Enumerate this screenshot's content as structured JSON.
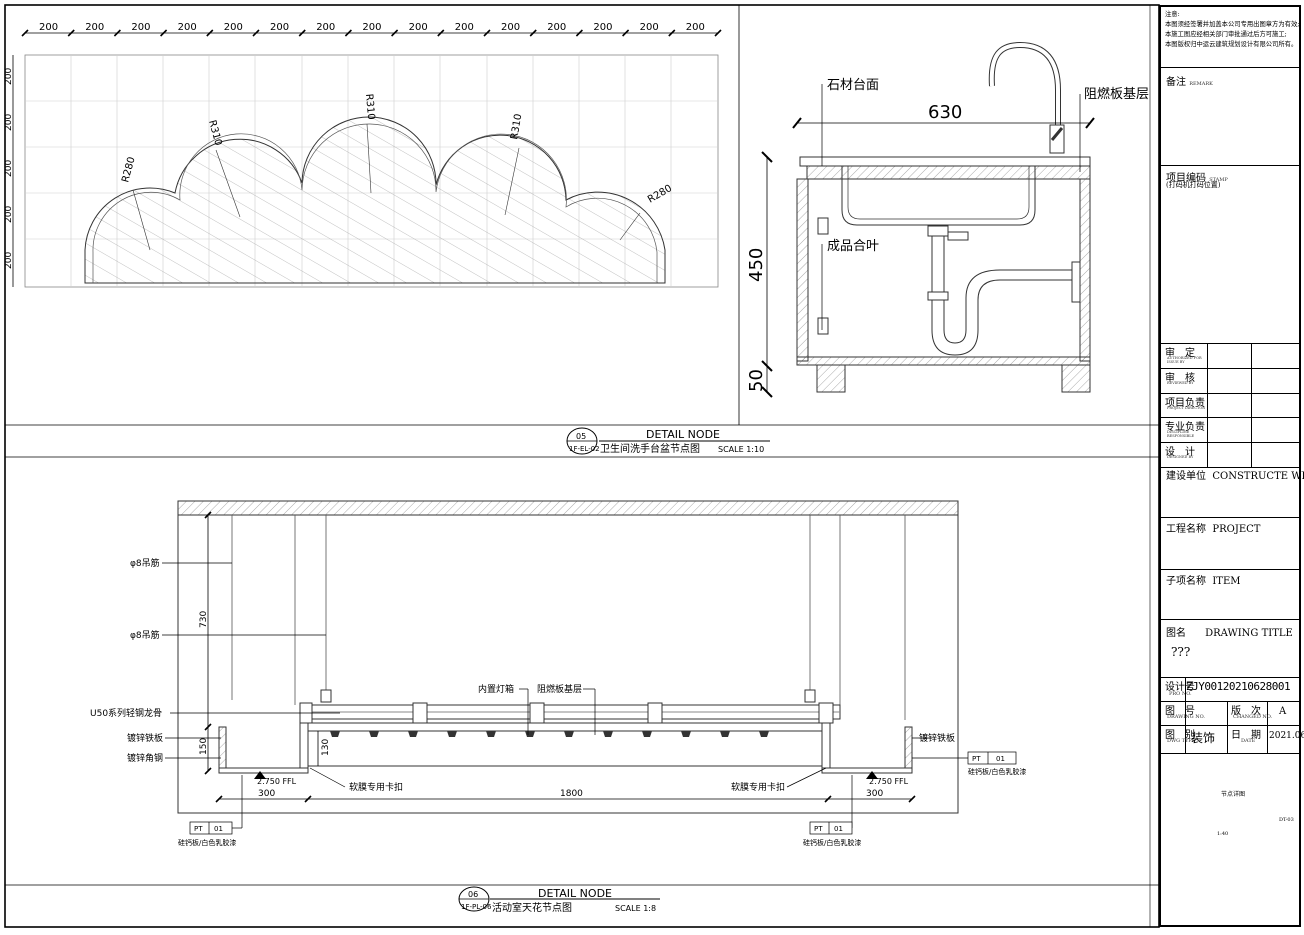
{
  "top_drawing": {
    "plan": {
      "dimension_labels": [
        "200",
        "200",
        "200",
        "200",
        "200",
        "200",
        "200",
        "200",
        "200",
        "200",
        "200",
        "200",
        "200",
        "200",
        "200"
      ],
      "side_dimension_labels": [
        "200",
        "200",
        "200",
        "200",
        "200"
      ],
      "radius_labels": [
        "R280",
        "R310",
        "R310",
        "R310",
        "R280"
      ]
    },
    "section": {
      "label_stone_top": "石材台面",
      "label_fire_board": "阻燃板基层",
      "label_hinge": "成品合叶",
      "dim_width": "630",
      "dim_height": "450",
      "dim_base": "50"
    },
    "caption": {
      "number": "05",
      "sheet": "1F-EL-02",
      "heading": "DETAIL NODE",
      "title": "卫生间洗手台盆节点图",
      "scale": "SCALE 1:10"
    }
  },
  "bottom_drawing": {
    "labels": {
      "rod1": "φ8吊筋",
      "rod2": "φ8吊筋",
      "keel": "U50系列轻钢龙骨",
      "galv_sheet_left": "镀锌铁板",
      "galv_angle": "镀锌角钢",
      "light_box": "内置灯箱",
      "fire_board": "阻燃板基层",
      "film_clip_left": "软膜专用卡扣",
      "film_clip_right": "软膜专用卡扣",
      "galv_sheet_right": "镀锌铁板",
      "pt_left_code": "PT",
      "pt_left_num": "01",
      "pt_left_desc": "硅钙板/白色乳胶漆",
      "pt_mid_code": "PT",
      "pt_mid_num": "01",
      "pt_mid_desc": "硅钙板/白色乳胶漆",
      "pt_right_code": "PT",
      "pt_right_num": "01",
      "pt_right_desc": "硅钙板/白色乳胶漆",
      "ffl_left": "2.750 FFL",
      "ffl_right": "2.750 FFL"
    },
    "dims": {
      "d730": "730",
      "d150": "150",
      "d130": "130",
      "d300_left": "300",
      "d1800": "1800",
      "d300_right": "300"
    },
    "caption": {
      "number": "06",
      "sheet": "1F-PL-06",
      "heading": "DETAIL NODE",
      "title": "活动室天花节点图",
      "scale": "SCALE 1:8"
    }
  },
  "title_block": {
    "notes": [
      "注意:",
      "本图须经签署并加盖本公司专用出图章方为有效;",
      "本施工图应经相关部门审批通过后方可施工;",
      "本图版权归中运云建筑规划设计有限公司所有。"
    ],
    "remarks_label": "备注",
    "remarks_en": "REMARK",
    "project_code_label": "项目编码",
    "project_code_en": "STAMP",
    "project_code_note": "(打码机打码位置)",
    "sign_rows": [
      {
        "label": "审　定",
        "en": "AUTHORIZED FOR ISSUE BY"
      },
      {
        "label": "审　核",
        "en": "REVIEWED BY"
      },
      {
        "label": "项目负责",
        "en": "PROJECT DIRECTOR"
      },
      {
        "label": "专业负责",
        "en": "DISCIPLINE RESPONSIBLE"
      },
      {
        "label": "设　计",
        "en": "DESIGNED BY"
      }
    ],
    "client_label": "建设单位",
    "client_en": "CONSTRUCTE WITH",
    "project_label": "工程名称",
    "project_en": "PROJECT",
    "item_label": "子项名称",
    "item_en": "ITEM",
    "drawing_label": "图名",
    "drawing_en": "DRAWING TITLE",
    "drawing_value": "???",
    "design_no_label": "设计号",
    "design_no_en": "PRO NO.",
    "design_no_value": "ZJY00120210628001",
    "drawing_no_label": "图　号",
    "drawing_no_en": "DRAWING NO.",
    "version_label": "版　次",
    "version_en": "CHANGED NO.",
    "version_value": "A",
    "category_label": "图　别",
    "category_en": "DWG TYPE",
    "category_value": "装饰",
    "date_label": "日　期",
    "date_en": "DATE",
    "date_value": "2021.06",
    "bottom_title": "节点详图",
    "bottom_scale": "1:40",
    "bottom_sheet": "DT-03"
  }
}
